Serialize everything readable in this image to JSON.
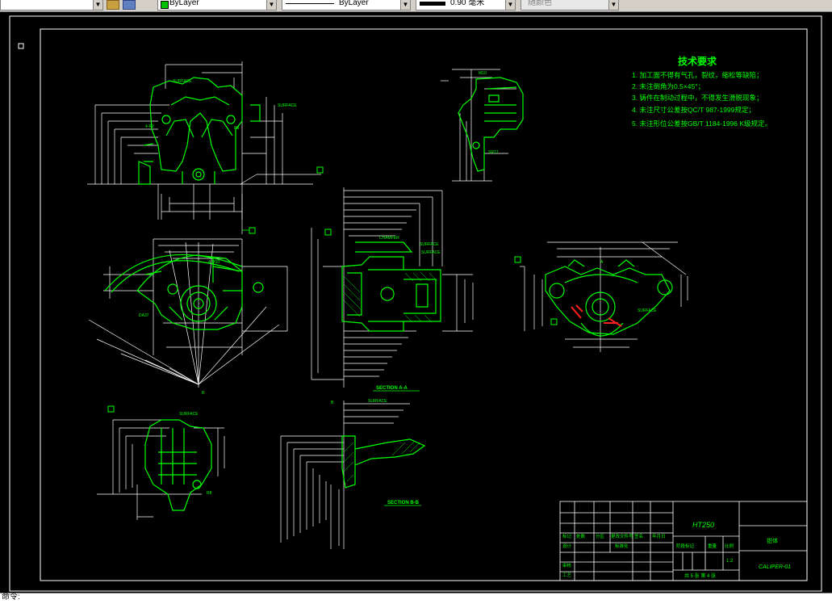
{
  "toolbar": {
    "color_value": "ByLayer",
    "linetype_value": "ByLayer",
    "lineweight_value": "0.90 毫米",
    "plotstyle_value": "随颜色",
    "accent_color": "#00c000"
  },
  "tech_requirements": {
    "title": "技术要求",
    "items": [
      "1. 加工面不得有气孔，裂纹，缩松等缺陷；",
      "2. 未注倒角为0.5×45°；",
      "3. 铸件在制动过程中，不得发生滑脱现象；",
      "4. 未注尺寸公差按QC/T 987-1999规定；",
      "5. 未注形位公差按GB/T 1184-1996 K级规定。"
    ]
  },
  "section_labels": {
    "section_aa": "SECTION A-A",
    "section_bb": "SECTION B-B"
  },
  "title_block": {
    "material": "HT250",
    "part_name": "钳体",
    "drawing_number": "CALIPER-01",
    "scale": "1:2",
    "sheet_info": "共 5 张   第 4 张",
    "headers": [
      "标记",
      "处数",
      "分区",
      "更改文件号",
      "签名",
      "年月日"
    ],
    "row_design": "设计",
    "row_standard": "标准化",
    "row_review": "审核",
    "row_process": "工艺",
    "col_stage": "阶段标记",
    "col_weight": "重量",
    "col_scale": "比例"
  },
  "command_line": {
    "prompt": "命令:"
  }
}
